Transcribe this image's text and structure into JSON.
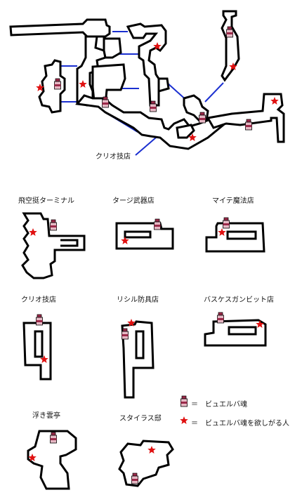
{
  "colors": {
    "wall": "#000000",
    "floor": "#ffffff",
    "link": "#1a2fd0",
    "star": "#e01010",
    "item_top": "#9c2a4a",
    "item_body": "#e6b8c4"
  },
  "overview": {
    "callout_label": "クリオ技店"
  },
  "shops": [
    {
      "key": "terminal",
      "label": "飛空挺ターミナル"
    },
    {
      "key": "weapon",
      "label": "タージ武器店"
    },
    {
      "key": "magic",
      "label": "マイテ魔法店"
    },
    {
      "key": "tech",
      "label": "クリオ技店"
    },
    {
      "key": "armor",
      "label": "リシル防具店"
    },
    {
      "key": "gambit",
      "label": "バスケスガンビット店"
    },
    {
      "key": "inn",
      "label": "浮き雲亭"
    },
    {
      "key": "mansion",
      "label": "スタイラス邸"
    }
  ],
  "legend": {
    "item_text": "＝　ビュエルバ魂",
    "star_text": "＝　ビュエルバ魂を欲しがる人"
  },
  "icons": {
    "item": "bottle-icon",
    "person": "star-icon"
  }
}
